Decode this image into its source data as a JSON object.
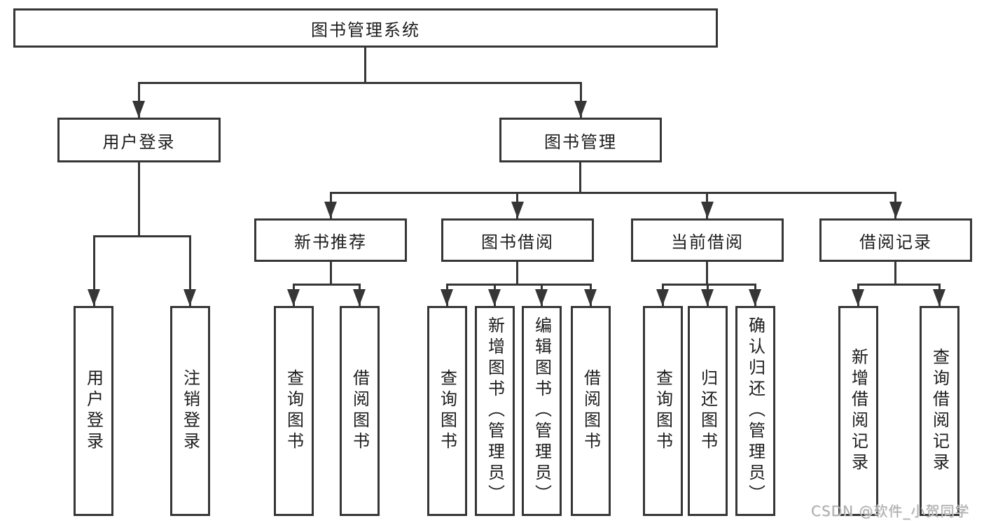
{
  "tree": {
    "root": {
      "label": "图书管理系统"
    },
    "branches": [
      {
        "label": "用户登录",
        "children": [
          {
            "label": "用户登录"
          },
          {
            "label": "注销登录"
          }
        ]
      },
      {
        "label": "图书管理",
        "children": [
          {
            "label": "新书推荐",
            "children": [
              {
                "label": "查询图书"
              },
              {
                "label": "借阅图书"
              }
            ]
          },
          {
            "label": "图书借阅",
            "children": [
              {
                "label": "查询图书"
              },
              {
                "label": "新增图书（管理员）"
              },
              {
                "label": "编辑图书（管理员）"
              },
              {
                "label": "借阅图书"
              }
            ]
          },
          {
            "label": "当前借阅",
            "children": [
              {
                "label": "查询图书"
              },
              {
                "label": "归还图书"
              },
              {
                "label": "确认归还（管理员）"
              }
            ]
          },
          {
            "label": "借阅记录",
            "children": [
              {
                "label": "新增借阅记录"
              },
              {
                "label": "查询借阅记录"
              }
            ]
          }
        ]
      }
    ]
  },
  "watermark": {
    "text": "CSDN @软件_小贺同学"
  },
  "colors": {
    "background": "#ffffff",
    "line": "#363636",
    "box_border": "#363636",
    "text": "#1c1c1c",
    "watermark": "#a5a5a5"
  }
}
